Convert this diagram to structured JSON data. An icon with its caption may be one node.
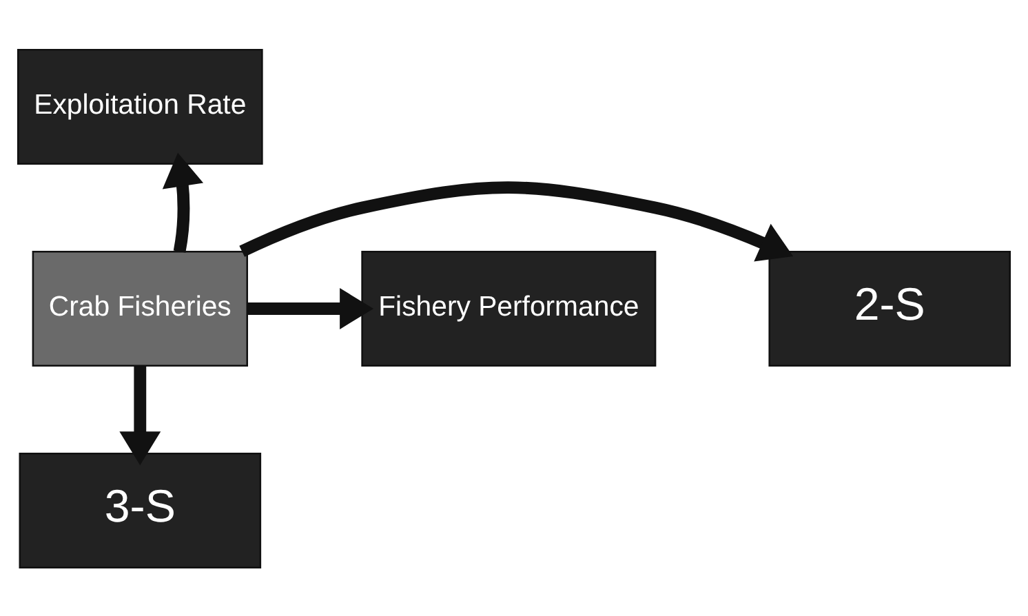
{
  "diagram": {
    "nodes": [
      {
        "text": [
          "Crab Fisheries"
        ]
      },
      {
        "text": [
          "Exploitation Rate"
        ]
      },
      {
        "text": [
          "2-S"
        ]
      },
      {
        "text": [
          "Fishery Performance"
        ]
      },
      {
        "text": [
          "3-S"
        ]
      }
    ],
    "edges": [
      {
        "from": 0,
        "to": 1,
        "arrow": "to"
      },
      {
        "from": 0,
        "to": 2,
        "arrow": "to"
      },
      {
        "from": 0,
        "to": 3,
        "arrow": "to"
      },
      {
        "from": 0,
        "to": 4,
        "arrow": "to"
      }
    ]
  }
}
